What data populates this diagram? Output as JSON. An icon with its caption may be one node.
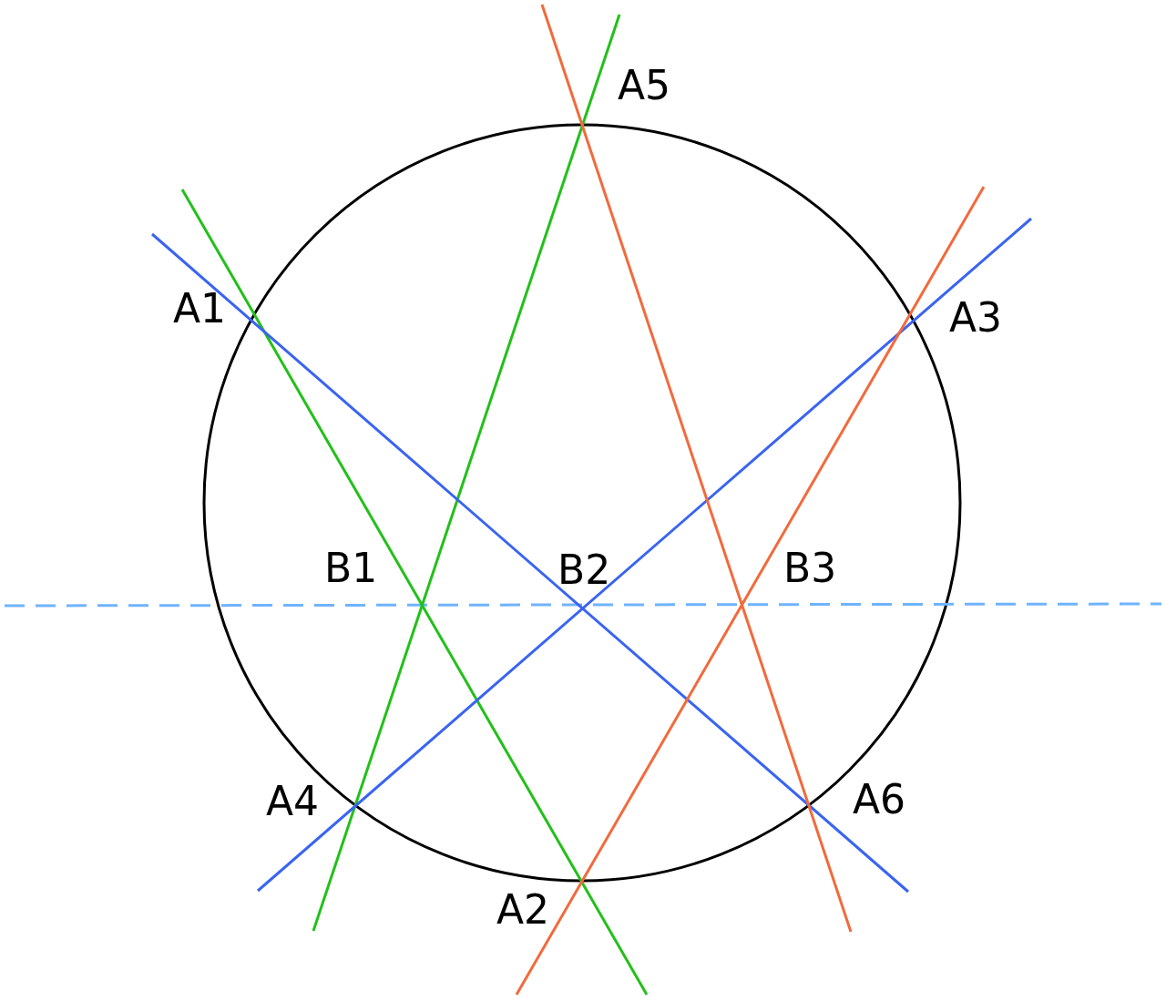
{
  "diagram": {
    "labels": [
      "A5",
      "A1",
      "A3",
      "B1",
      "B2",
      "B3",
      "A4",
      "A6",
      "A2"
    ]
  }
}
